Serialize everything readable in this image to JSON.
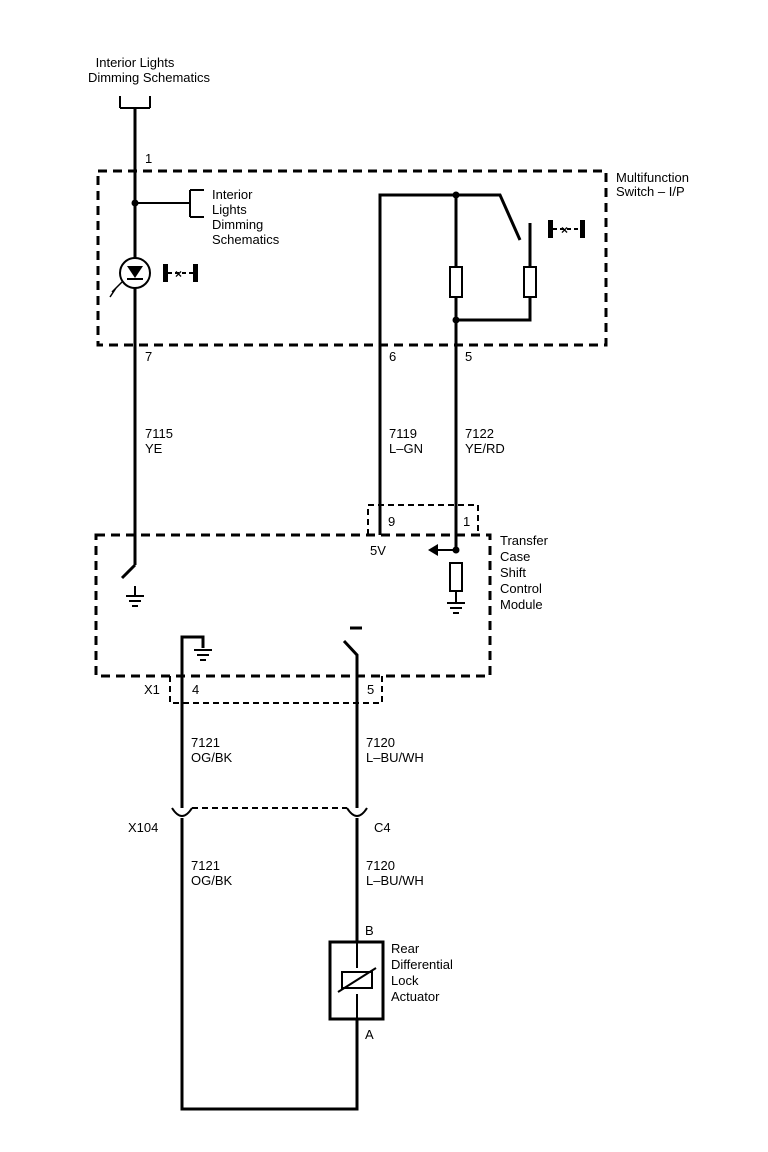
{
  "top_ref": {
    "line1": "Interior Lights",
    "line2": "Dimming Schematics"
  },
  "side_ref": {
    "line1": "Interior",
    "line2": "Lights",
    "line3": "Dimming",
    "line4": "Schematics"
  },
  "multifunction_switch": {
    "line1": "Multifunction",
    "line2": "Switch – I/P",
    "pins": {
      "top": "1",
      "left": "7",
      "mid": "6",
      "right": "5"
    }
  },
  "wires": {
    "w7115": {
      "circuit": "7115",
      "color": "YE"
    },
    "w7119": {
      "circuit": "7119",
      "color": "L–GN"
    },
    "w7122": {
      "circuit": "7122",
      "color": "YE/RD"
    },
    "w7121_upper": {
      "circuit": "7121",
      "color": "OG/BK"
    },
    "w7120_upper": {
      "circuit": "7120",
      "color": "L–BU/WH"
    },
    "w7121_lower": {
      "circuit": "7121",
      "color": "OG/BK"
    },
    "w7120_lower": {
      "circuit": "7120",
      "color": "L–BU/WH"
    }
  },
  "transfer_module": {
    "line1": "Transfer",
    "line2": "Case",
    "line3": "Shift",
    "line4": "Control",
    "line5": "Module",
    "connector_top": {
      "pin_left": "9",
      "pin_right": "1"
    },
    "voltage_label": "5V",
    "connector_bottom": {
      "name": "X1",
      "pin_left": "4",
      "pin_right": "5"
    }
  },
  "inline_connector": {
    "left": "X104",
    "right": "C4"
  },
  "actuator": {
    "line1": "Rear",
    "line2": "Differential",
    "line3": "Lock",
    "line4": "Actuator",
    "pin_top": "B",
    "pin_bottom": "A"
  }
}
